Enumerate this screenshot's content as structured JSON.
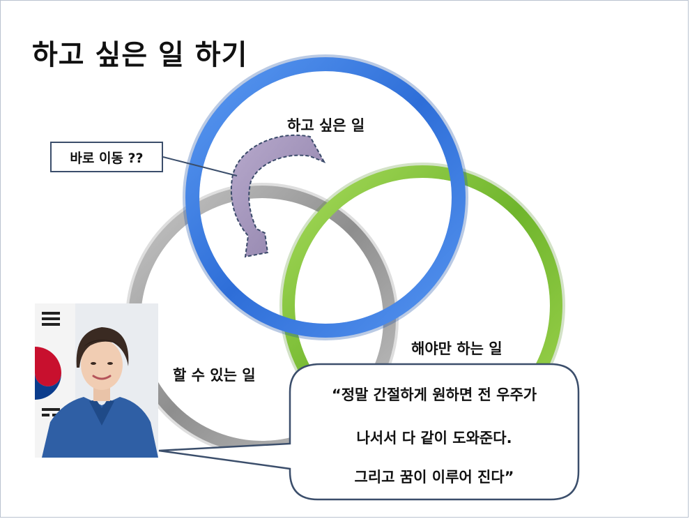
{
  "slide": {
    "title": "하고 싶은 일 하기"
  },
  "circles": {
    "want": {
      "label": "하고 싶은 일",
      "color": "#3d7fe6"
    },
    "must": {
      "label": "해야만 하는 일",
      "color": "#8cc63f"
    },
    "can": {
      "label": "할 수 있는 일",
      "color": "#a6a6a6"
    }
  },
  "arrow": {
    "color": "#9d8fb5"
  },
  "callout": {
    "label": "바로 이동 ??"
  },
  "photo": {
    "description_icon": "person-portrait-with-flag"
  },
  "quote": {
    "lines": [
      "“정말 간절하게 원하면 전 우주가",
      "나서서 다 같이 도와준다.",
      "그리고 꿈이 이루어 진다”"
    ]
  }
}
